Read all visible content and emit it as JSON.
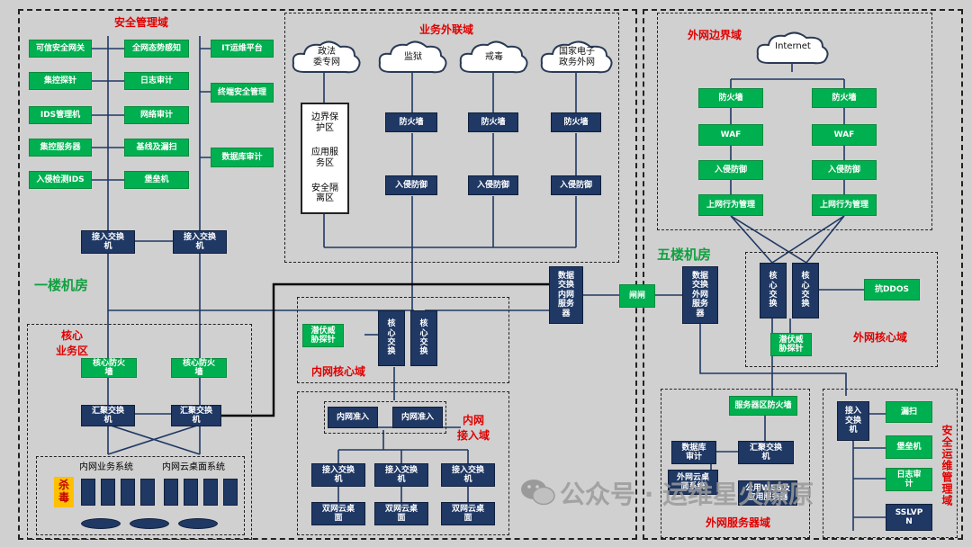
{
  "zones": {
    "security_mgmt": "安全管理域",
    "business_ext": "业务外联域",
    "ext_boundary": "外网边界域",
    "first_floor": "一楼机房",
    "core_business": "核心\n业务区",
    "intranet_core": "内网核心域",
    "intranet_access": "内网\n接入域",
    "fifth_floor": "五楼机房",
    "extranet_core": "外网核心域",
    "extranet_server": "外网服务器域",
    "security_ops": "安全运维管理域",
    "intranet_biz": "内网业务系统",
    "intranet_vdi": "内网云桌面系统"
  },
  "security_mgmt_nodes": [
    "可信安全网关",
    "全网态势感知",
    "集控探针",
    "日志审计",
    "IDS管理机",
    "网络审计",
    "集控服务器",
    "基线及漏扫",
    "入侵检测IDS",
    "堡垒机"
  ],
  "security_right_nodes": [
    "IT运维平台",
    "终端安全管理",
    "数据库审计"
  ],
  "security_switches": [
    "接入交换\n机",
    "接入交换\n机"
  ],
  "clouds": [
    "政法\n委专网",
    "监狱",
    "戒毒",
    "国家电子\n政务外网",
    "Internet"
  ],
  "dmz_box": [
    "边界保\n护区",
    "应用服\n务区",
    "安全隔\n离区"
  ],
  "ext_firewalls": [
    "防火墙",
    "防火墙",
    "防火墙"
  ],
  "ext_ips": [
    "入侵防御",
    "入侵防御",
    "入侵防御"
  ],
  "boundary_left": [
    "防火墙",
    "WAF",
    "入侵防御",
    "上网行为管理"
  ],
  "boundary_right": [
    "防火墙",
    "WAF",
    "入侵防御",
    "上网行为管理"
  ],
  "data_exchange_intranet": "数据\n交换\n内网\n服务\n器",
  "gatekeeper": "闸闸",
  "data_exchange_extranet": "数据\n交换\n外网\n服务\n器",
  "ext_core_switches": [
    "核\n心\n交\n换",
    "核\n心\n交\n换"
  ],
  "anti_ddos": "抗DDOS",
  "ext_threat": "潜伏威\n胁探针",
  "int_threat": "潜伏威\n胁探针",
  "int_core_switches": [
    "核\n心\n交\n换",
    "核\n心\n交\n换"
  ],
  "core_firewalls": [
    "核心防火\n墙",
    "核心防火\n墙"
  ],
  "agg_switches": [
    "汇聚交换\n机",
    "汇聚交换\n机"
  ],
  "antivirus": "杀\n毒",
  "intranet_admission": [
    "内网准入",
    "内网准入"
  ],
  "access_switches": [
    "接入交换\n机",
    "接入交换\n机",
    "接入交换\n机"
  ],
  "dual_vdi": [
    "双网云桌\n面",
    "双网云桌\n面",
    "双网云桌\n面"
  ],
  "server_firewall": "服务器区防火墙",
  "ext_server_nodes": {
    "db_audit": "数据库\n审计",
    "agg_switch": "汇聚交换\n机",
    "ext_vdi": "外网云桌\n面系统",
    "web_app": "公用WEB及\n应用服务器"
  },
  "ops_nodes": {
    "access_switch": "接入\n交换\n机",
    "scan": "漏扫",
    "bastion": "堡垒机",
    "log_audit": "日志审\n计",
    "sslvpn": "SSLVP\nN"
  },
  "watermark": "公众号 · 运维星火燎原"
}
